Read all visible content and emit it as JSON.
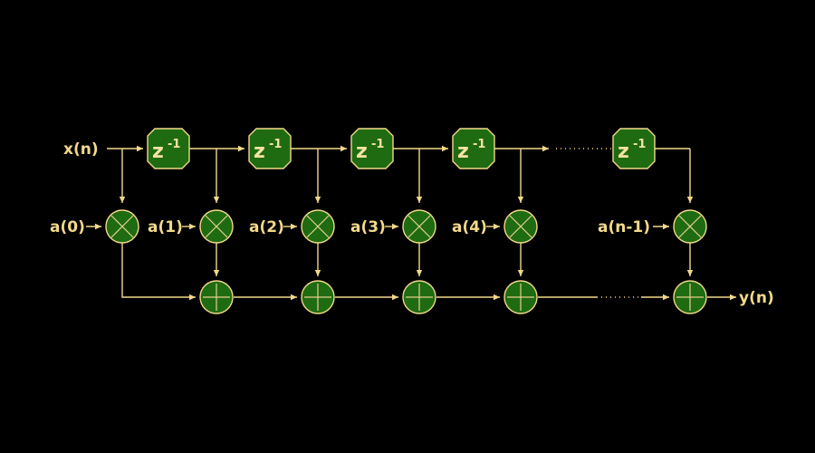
{
  "diagram": {
    "input_label": "x(n)",
    "output_label": "y(n)",
    "delay": {
      "base": "z",
      "exponent": "-1"
    },
    "coefficients": [
      "a(0)",
      "a(1)",
      "a(2)",
      "a(3)",
      "a(4)",
      "a(n-1)"
    ],
    "colors": {
      "wire": "#f2d98a",
      "block_fill": "#1f6b12",
      "background": "#000000"
    }
  }
}
